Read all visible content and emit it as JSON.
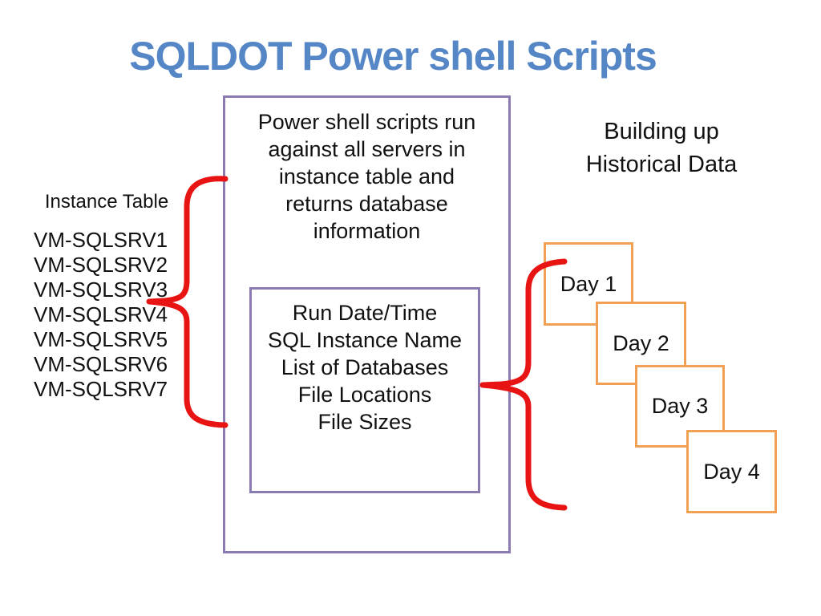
{
  "colors": {
    "title_blue": "#5586C6",
    "box_purple": "#8C7BB2",
    "day_orange": "#F0A055",
    "brace_red": "#E81414",
    "text_color": "#111111"
  },
  "title": "SQLDOT Power shell Scripts",
  "instance_table": {
    "label": "Instance Table",
    "servers": [
      "VM-SQLSRV1",
      "VM-SQLSRV2",
      "VM-SQLSRV3",
      "VM-SQLSRV4",
      "VM-SQLSRV5",
      "VM-SQLSRV6",
      "VM-SQLSRV7"
    ]
  },
  "main_box": {
    "lines": [
      "Power shell scripts run",
      "against all servers in",
      "instance table and",
      "returns database",
      "information"
    ]
  },
  "inner_box": {
    "lines": [
      "Run Date/Time",
      "SQL Instance Name",
      "List of Databases",
      "File Locations",
      "File Sizes"
    ]
  },
  "historical": {
    "heading_lines": [
      "Building up",
      "Historical Data"
    ],
    "days": [
      "Day 1",
      "Day 2",
      "Day 3",
      "Day 4"
    ]
  }
}
